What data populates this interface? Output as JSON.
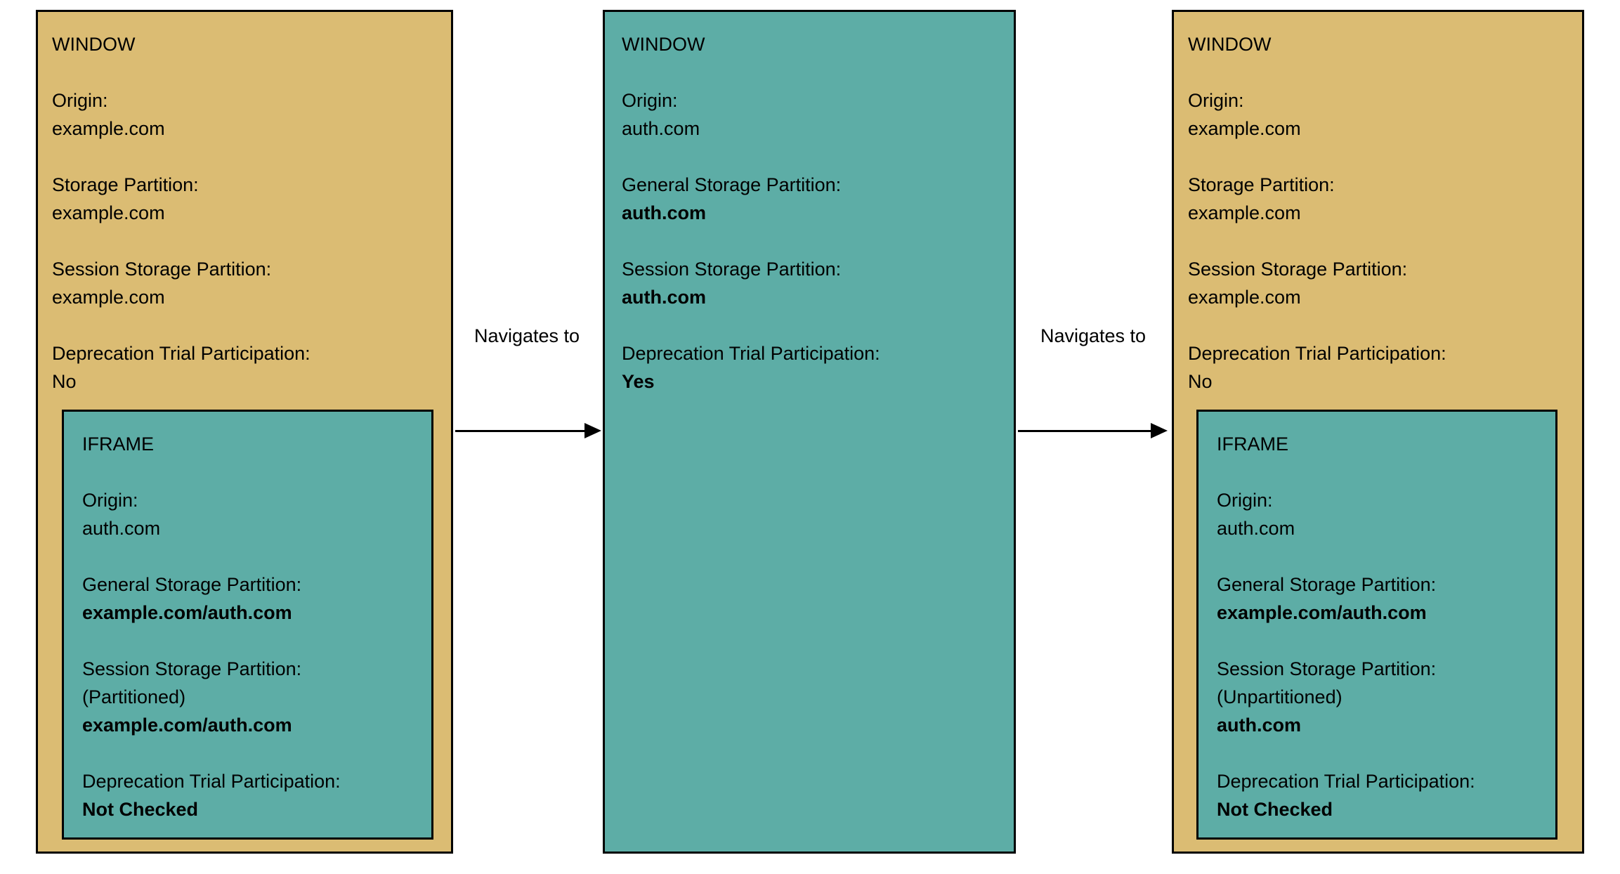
{
  "colors": {
    "background": "#FFFFFF",
    "window_fill": "#DBBC73",
    "iframe_fill": "#5DADA6",
    "border": "#000000",
    "text": "#000000"
  },
  "arrows": {
    "label": "Navigates to"
  },
  "window1": {
    "title": "WINDOW",
    "fields": [
      {
        "label": "Origin:",
        "value": "example.com"
      },
      {
        "label": "Storage Partition:",
        "value": "example.com"
      },
      {
        "label": "Session Storage Partition:",
        "value": "example.com"
      },
      {
        "label": "Deprecation Trial Participation:",
        "value": "No"
      }
    ],
    "iframe": {
      "title": "IFRAME",
      "fields": [
        {
          "label": "Origin:",
          "value": "auth.com"
        },
        {
          "label": "General Storage Partition:",
          "value": "example.com/auth.com"
        },
        {
          "label": "Session Storage Partition:",
          "note": "(Partitioned)",
          "value": "example.com/auth.com"
        },
        {
          "label": "Deprecation Trial Participation:",
          "value": "Not Checked"
        }
      ]
    }
  },
  "window2": {
    "title": "WINDOW",
    "fields": [
      {
        "label": "Origin:",
        "value": "auth.com"
      },
      {
        "label": "General Storage Partition:",
        "value": "auth.com"
      },
      {
        "label": "Session Storage Partition:",
        "value": "auth.com"
      },
      {
        "label": "Deprecation Trial Participation:",
        "value": "Yes"
      }
    ]
  },
  "window3": {
    "title": "WINDOW",
    "fields": [
      {
        "label": "Origin:",
        "value": "example.com"
      },
      {
        "label": "Storage Partition:",
        "value": "example.com"
      },
      {
        "label": "Session Storage Partition:",
        "value": "example.com"
      },
      {
        "label": "Deprecation Trial Participation:",
        "value": "No"
      }
    ],
    "iframe": {
      "title": "IFRAME",
      "fields": [
        {
          "label": "Origin:",
          "value": "auth.com"
        },
        {
          "label": "General Storage Partition:",
          "value": "example.com/auth.com"
        },
        {
          "label": "Session Storage Partition:",
          "note": "(Unpartitioned)",
          "value": "auth.com"
        },
        {
          "label": "Deprecation Trial Participation:",
          "value": "Not Checked"
        }
      ]
    }
  }
}
